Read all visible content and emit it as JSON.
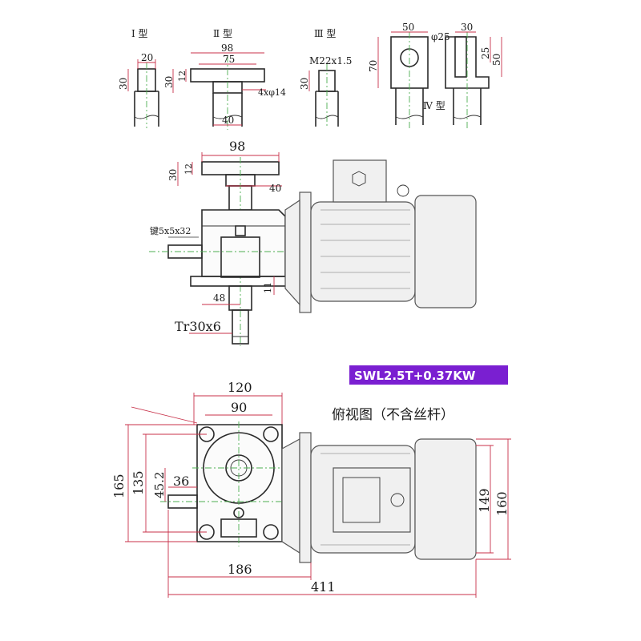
{
  "type_labels": {
    "type1": "Ⅰ 型",
    "type2": "Ⅱ 型",
    "type3": "Ⅲ 型",
    "type4": "Ⅳ 型"
  },
  "type1_dims": {
    "width": "20",
    "height": "30"
  },
  "type2_dims": {
    "overall": "98",
    "inner": "75",
    "height": "30",
    "flange": "12",
    "holes": "4xφ14",
    "shaft": "40"
  },
  "type3_dims": {
    "thread": "M22x1.5",
    "height": "30"
  },
  "type4_dims": {
    "width1": "50",
    "bore": "φ25",
    "height1": "70",
    "width2": "30",
    "slot": "25",
    "height2": "50"
  },
  "side_view": {
    "flange_width": "98",
    "height": "30",
    "flange_thk": "12",
    "shaft_len": "40",
    "key": "键5x5x32",
    "offset": "48",
    "gap": "11",
    "thread": "Tr30x6"
  },
  "model_badge": "SWL2.5T+0.37KW",
  "top_view": {
    "title": "俯视图（不含丝杆）",
    "width_outer": "120",
    "width_inner": "90",
    "h_outer": "165",
    "h_inner": "135",
    "h_center": "45.2",
    "shaft_off": "36",
    "motor_h1": "149",
    "motor_h2": "160",
    "len_short": "186",
    "len_total": "411"
  },
  "colors": {
    "dimension": "#c8324a",
    "centerline": "#4caf50",
    "badge": "#7a1fd1"
  }
}
